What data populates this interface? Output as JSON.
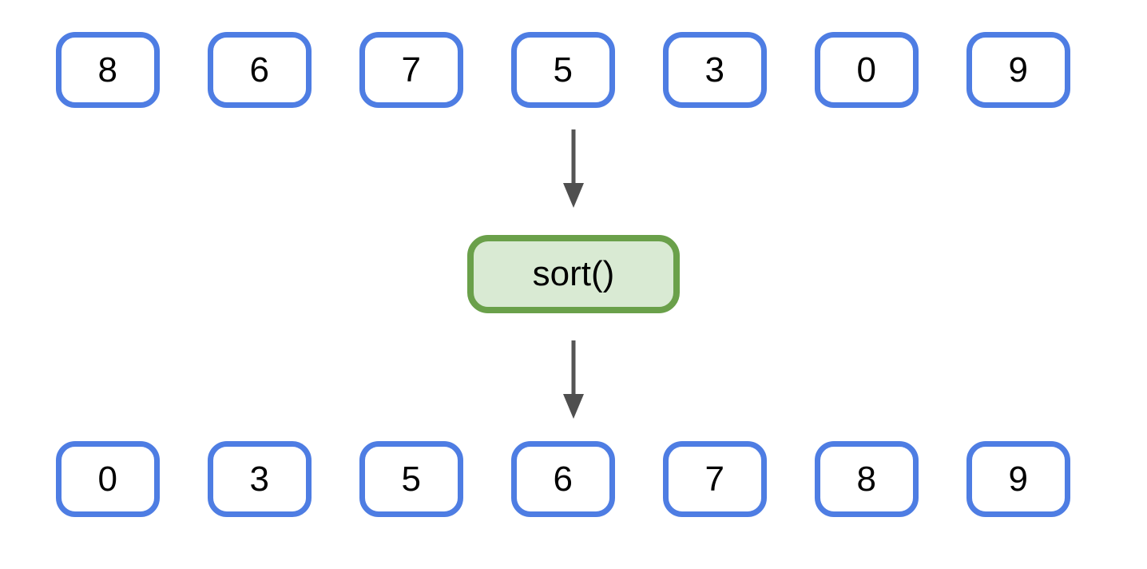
{
  "diagram": {
    "input_array": [
      "8",
      "6",
      "7",
      "5",
      "3",
      "0",
      "9"
    ],
    "sort_label": "sort()",
    "output_array": [
      "0",
      "3",
      "5",
      "6",
      "7",
      "8",
      "9"
    ]
  },
  "colors": {
    "background": "#ffffff",
    "cell_border": "#4e7de3",
    "cell_fill": "#ffffff",
    "sort_border": "#6aa04a",
    "sort_fill": "#d9ead3",
    "arrow": "#555555",
    "text": "#000000"
  }
}
